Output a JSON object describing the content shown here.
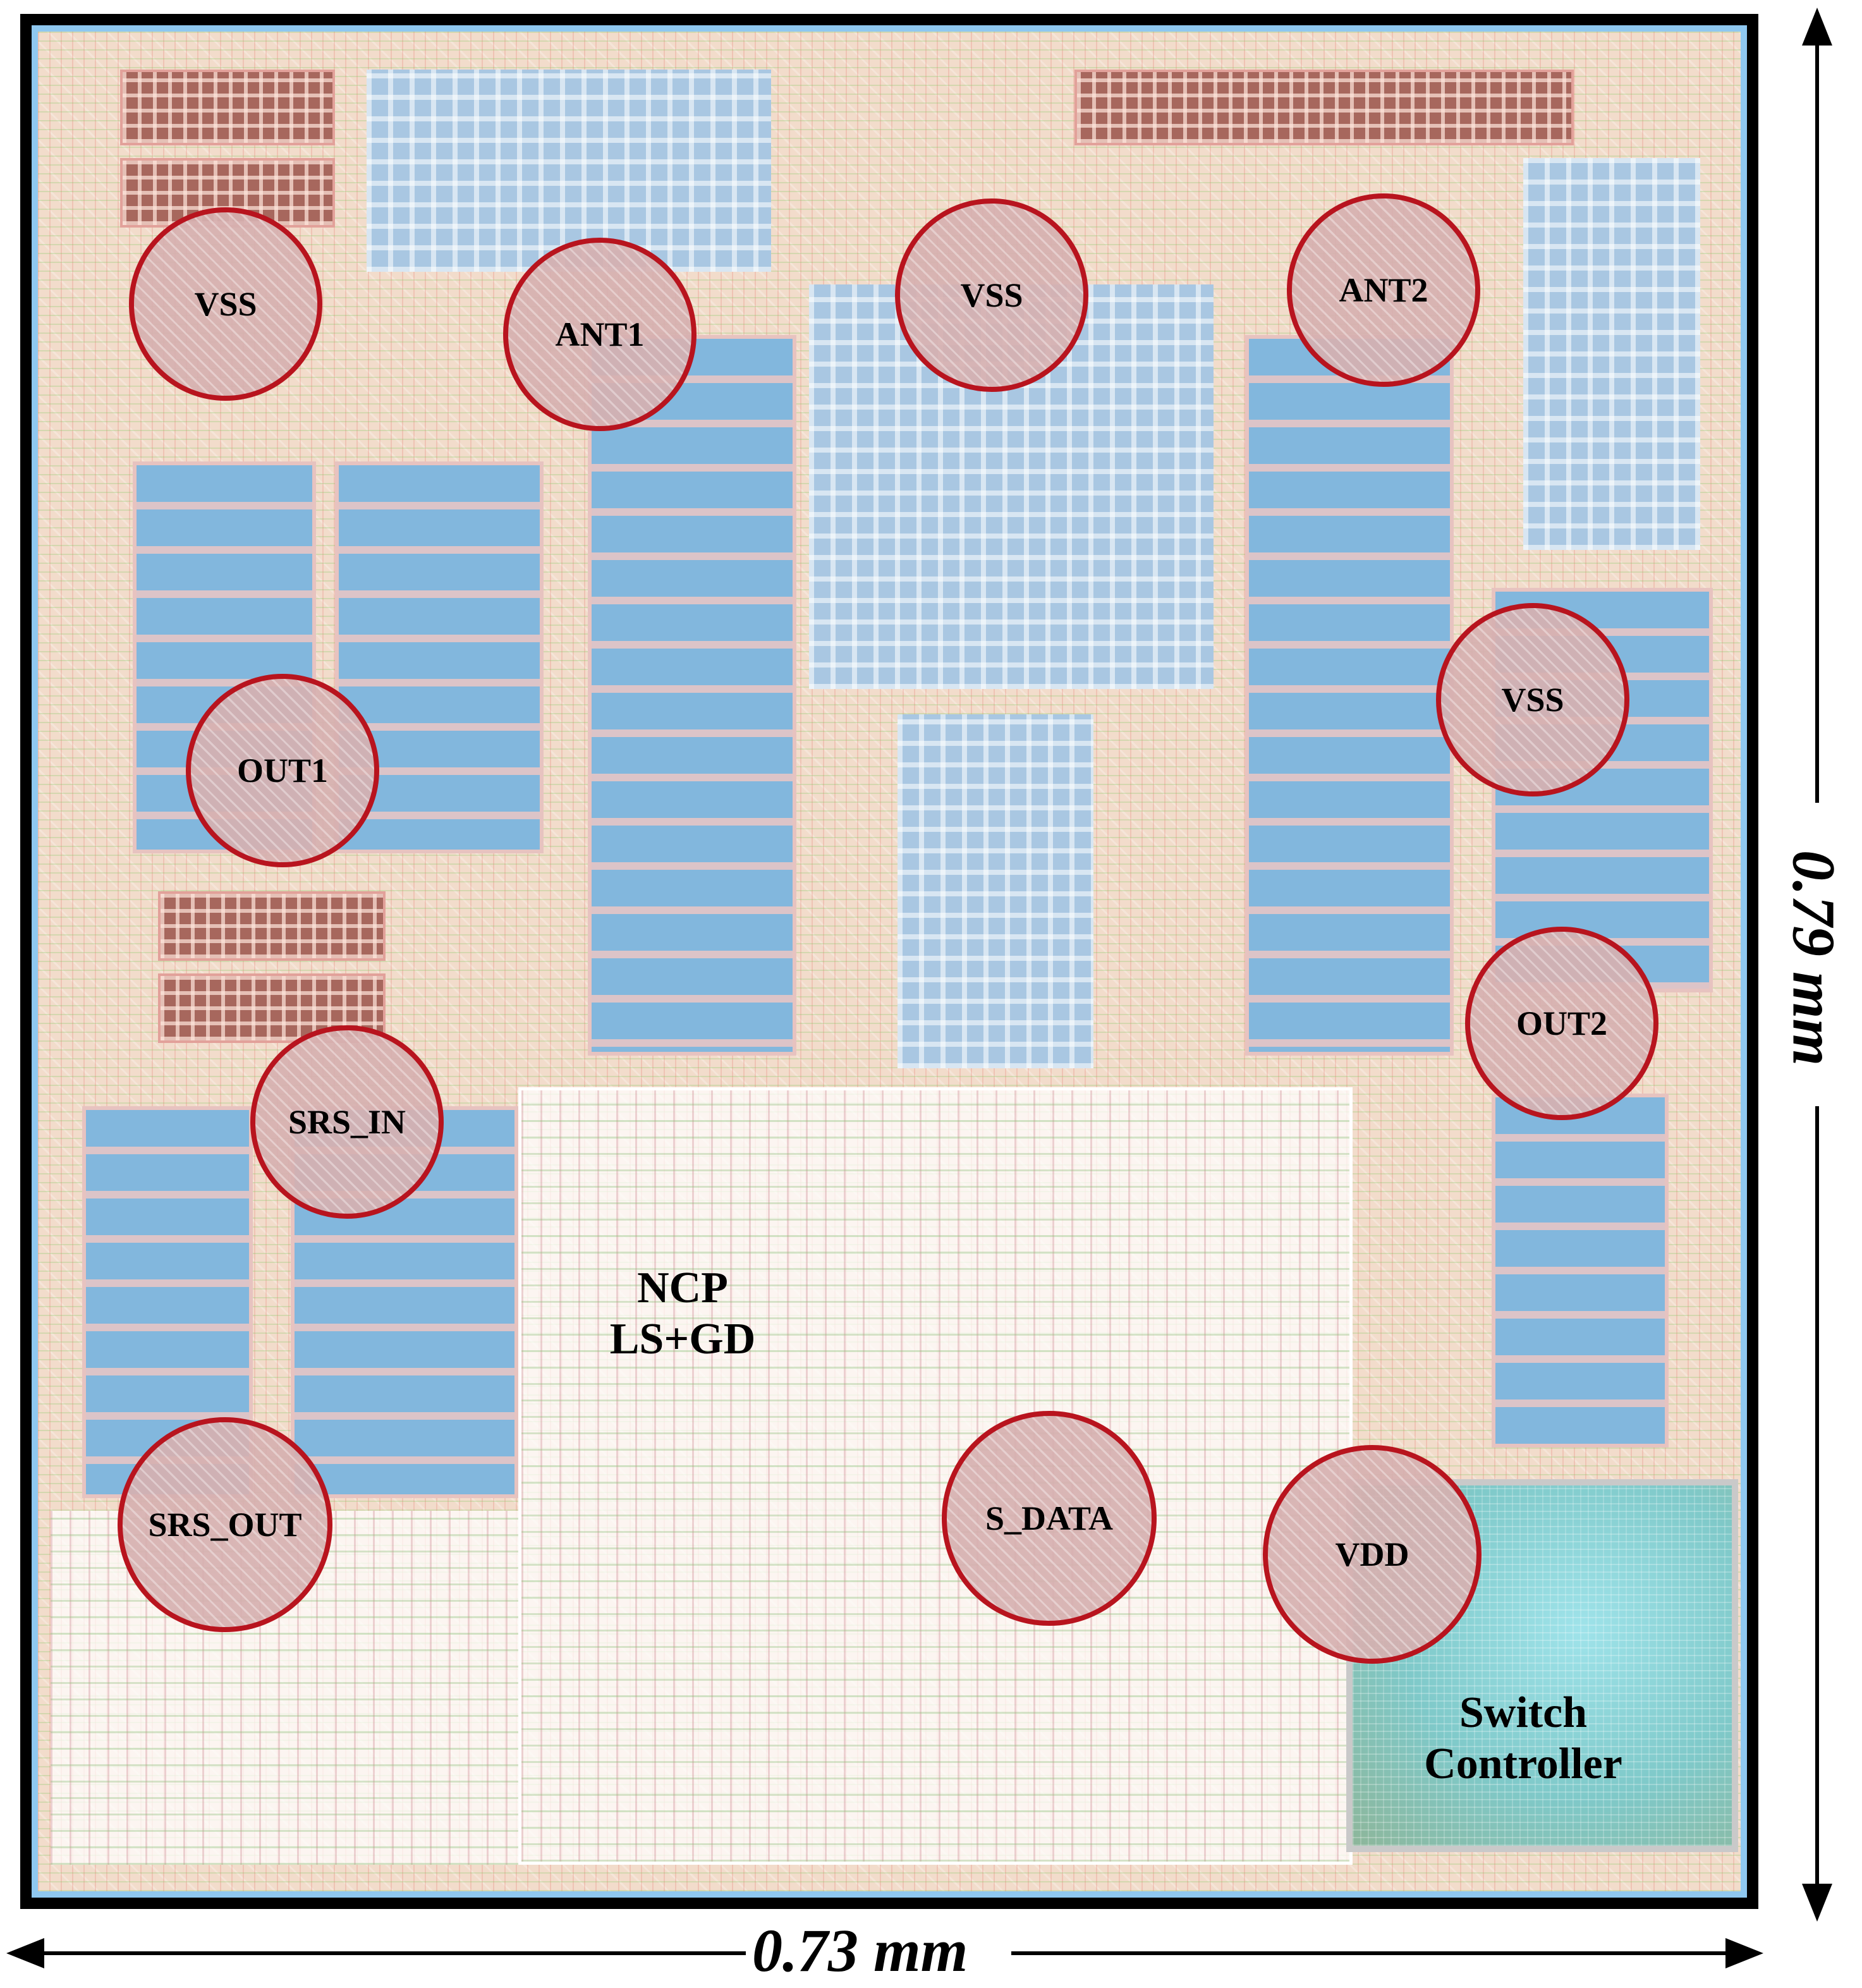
{
  "pads": {
    "vss_top_left": "VSS",
    "ant1": "ANT1",
    "vss_top_center": "VSS",
    "ant2": "ANT2",
    "vss_right": "VSS",
    "out1": "OUT1",
    "out2": "OUT2",
    "srs_in": "SRS_IN",
    "srs_out": "SRS_OUT",
    "s_data": "S_DATA",
    "vdd": "VDD"
  },
  "regions": {
    "ncp_line1": "NCP",
    "ncp_line2": "LS+GD",
    "switch_line1": "Switch",
    "switch_line2": "Controller"
  },
  "dimensions": {
    "width": "0.73 mm",
    "height": "0.79 mm"
  },
  "colors": {
    "pad_ring": "#b8141e",
    "capacitor_blue": "#82b7dd",
    "controller_teal": "#9fe3ea"
  }
}
